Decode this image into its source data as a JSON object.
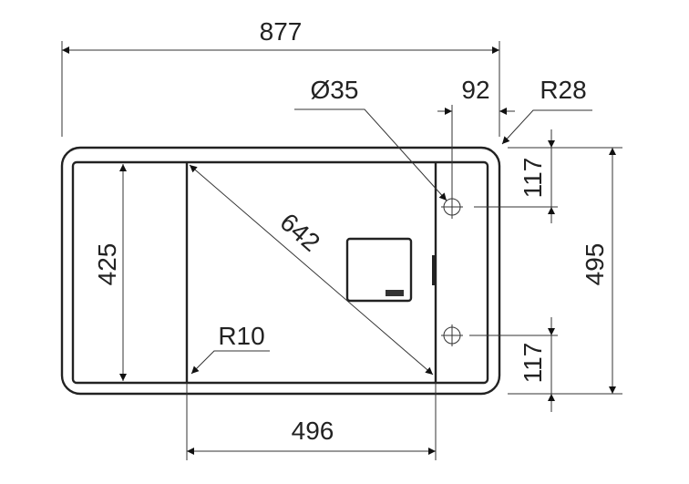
{
  "drawing": {
    "overall_width": "877",
    "hole_diameter": "Ø35",
    "hole_offset": "92",
    "corner_radius_outer": "R28",
    "hole_top_offset": "117",
    "overall_depth": "495",
    "inner_depth": "425",
    "bowl_diagonal": "642",
    "corner_radius_bowl": "R10",
    "bowl_width": "496",
    "hole_bottom_offset": "117"
  },
  "colors": {
    "line": "#222222",
    "background": "#ffffff"
  }
}
